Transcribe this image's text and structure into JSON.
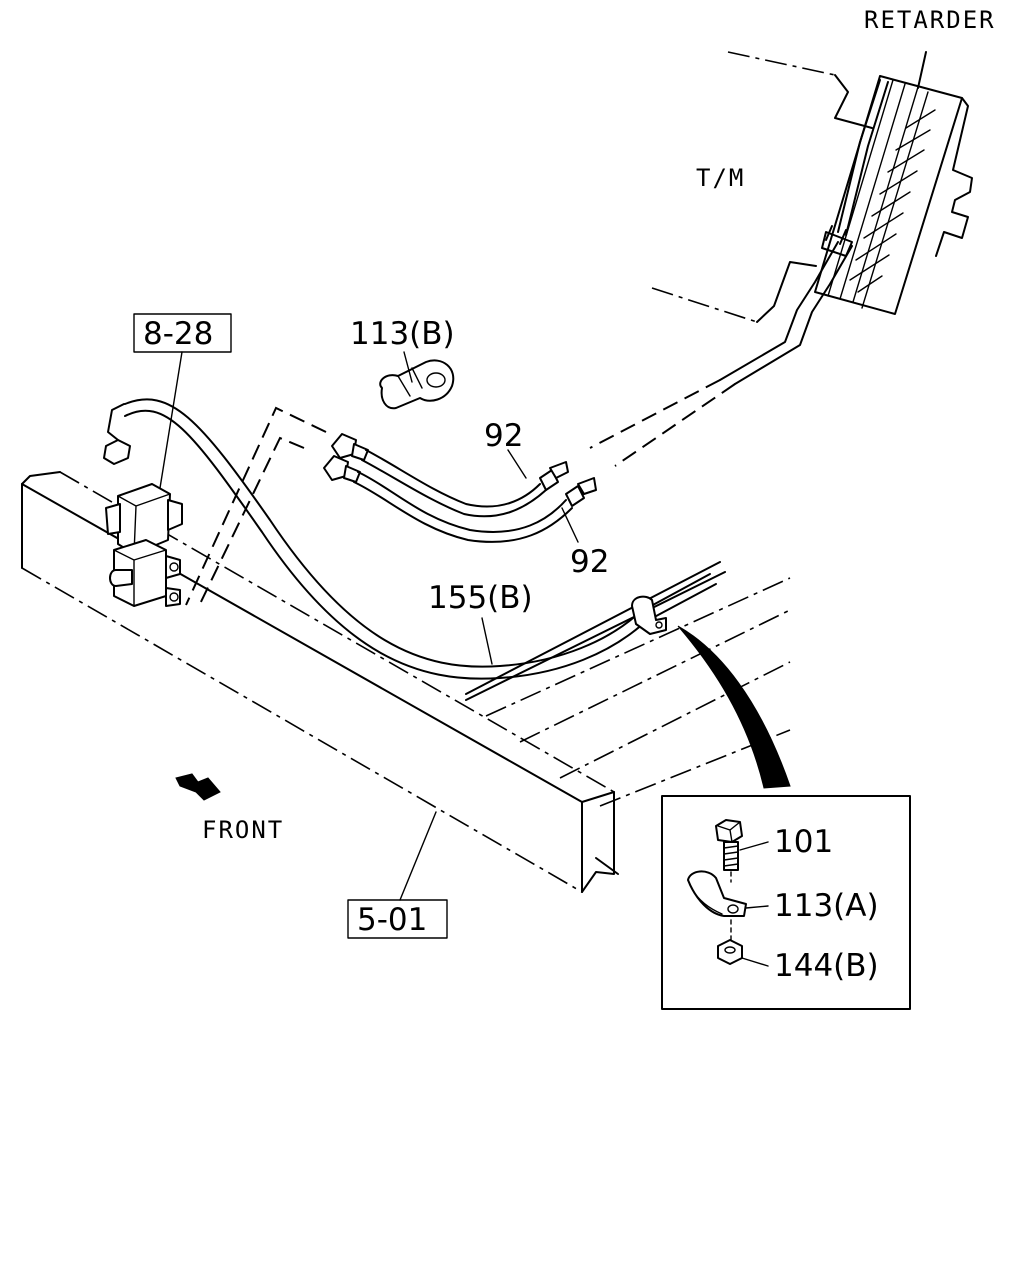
{
  "labels": {
    "retarder": "RETARDER",
    "tm": "T/M",
    "front": "FRONT",
    "ref_8_28": "8-28",
    "ref_5_01": "5-01",
    "part_113b": "113(B)",
    "part_92_upper": "92",
    "part_92_lower": "92",
    "part_155b": "155(B)",
    "part_101": "101",
    "part_113a": "113(A)",
    "part_144b": "144(B)"
  },
  "icons": {
    "front_arrow": "front-arrow-icon",
    "pointer_arrow": "pointer-arrow-icon"
  },
  "colors": {
    "line": "#000000",
    "background": "#ffffff"
  }
}
